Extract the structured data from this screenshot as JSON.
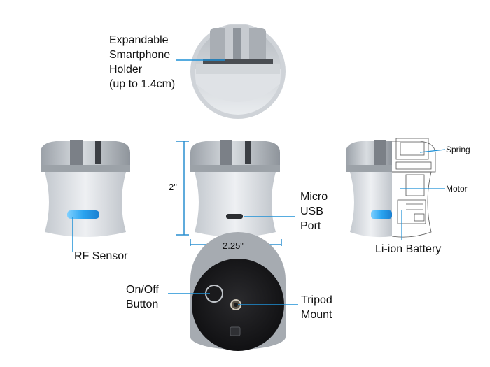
{
  "labels": {
    "holder_line1": "Expandable",
    "holder_line2": "Smartphone",
    "holder_line3": "Holder",
    "holder_line4": "(up to 1.4cm)",
    "rf_sensor": "RF Sensor",
    "height_dim": "2\"",
    "width_dim": "2.25\"",
    "usb_line1": "Micro",
    "usb_line2": "USB",
    "usb_line3": "Port",
    "spring": "Spring",
    "motor": "Motor",
    "battery": "Li-ion Battery",
    "onoff_line1": "On/Off",
    "onoff_line2": "Button",
    "tripod_line1": "Tripod",
    "tripod_line2": "Mount"
  },
  "colors": {
    "callout_line": "#1e90d6",
    "dimension_line": "#2a8fd0",
    "led_blue": "#2aa4f0",
    "body_silver": "#c9ced4",
    "base_dark": "#1c1c1e"
  }
}
